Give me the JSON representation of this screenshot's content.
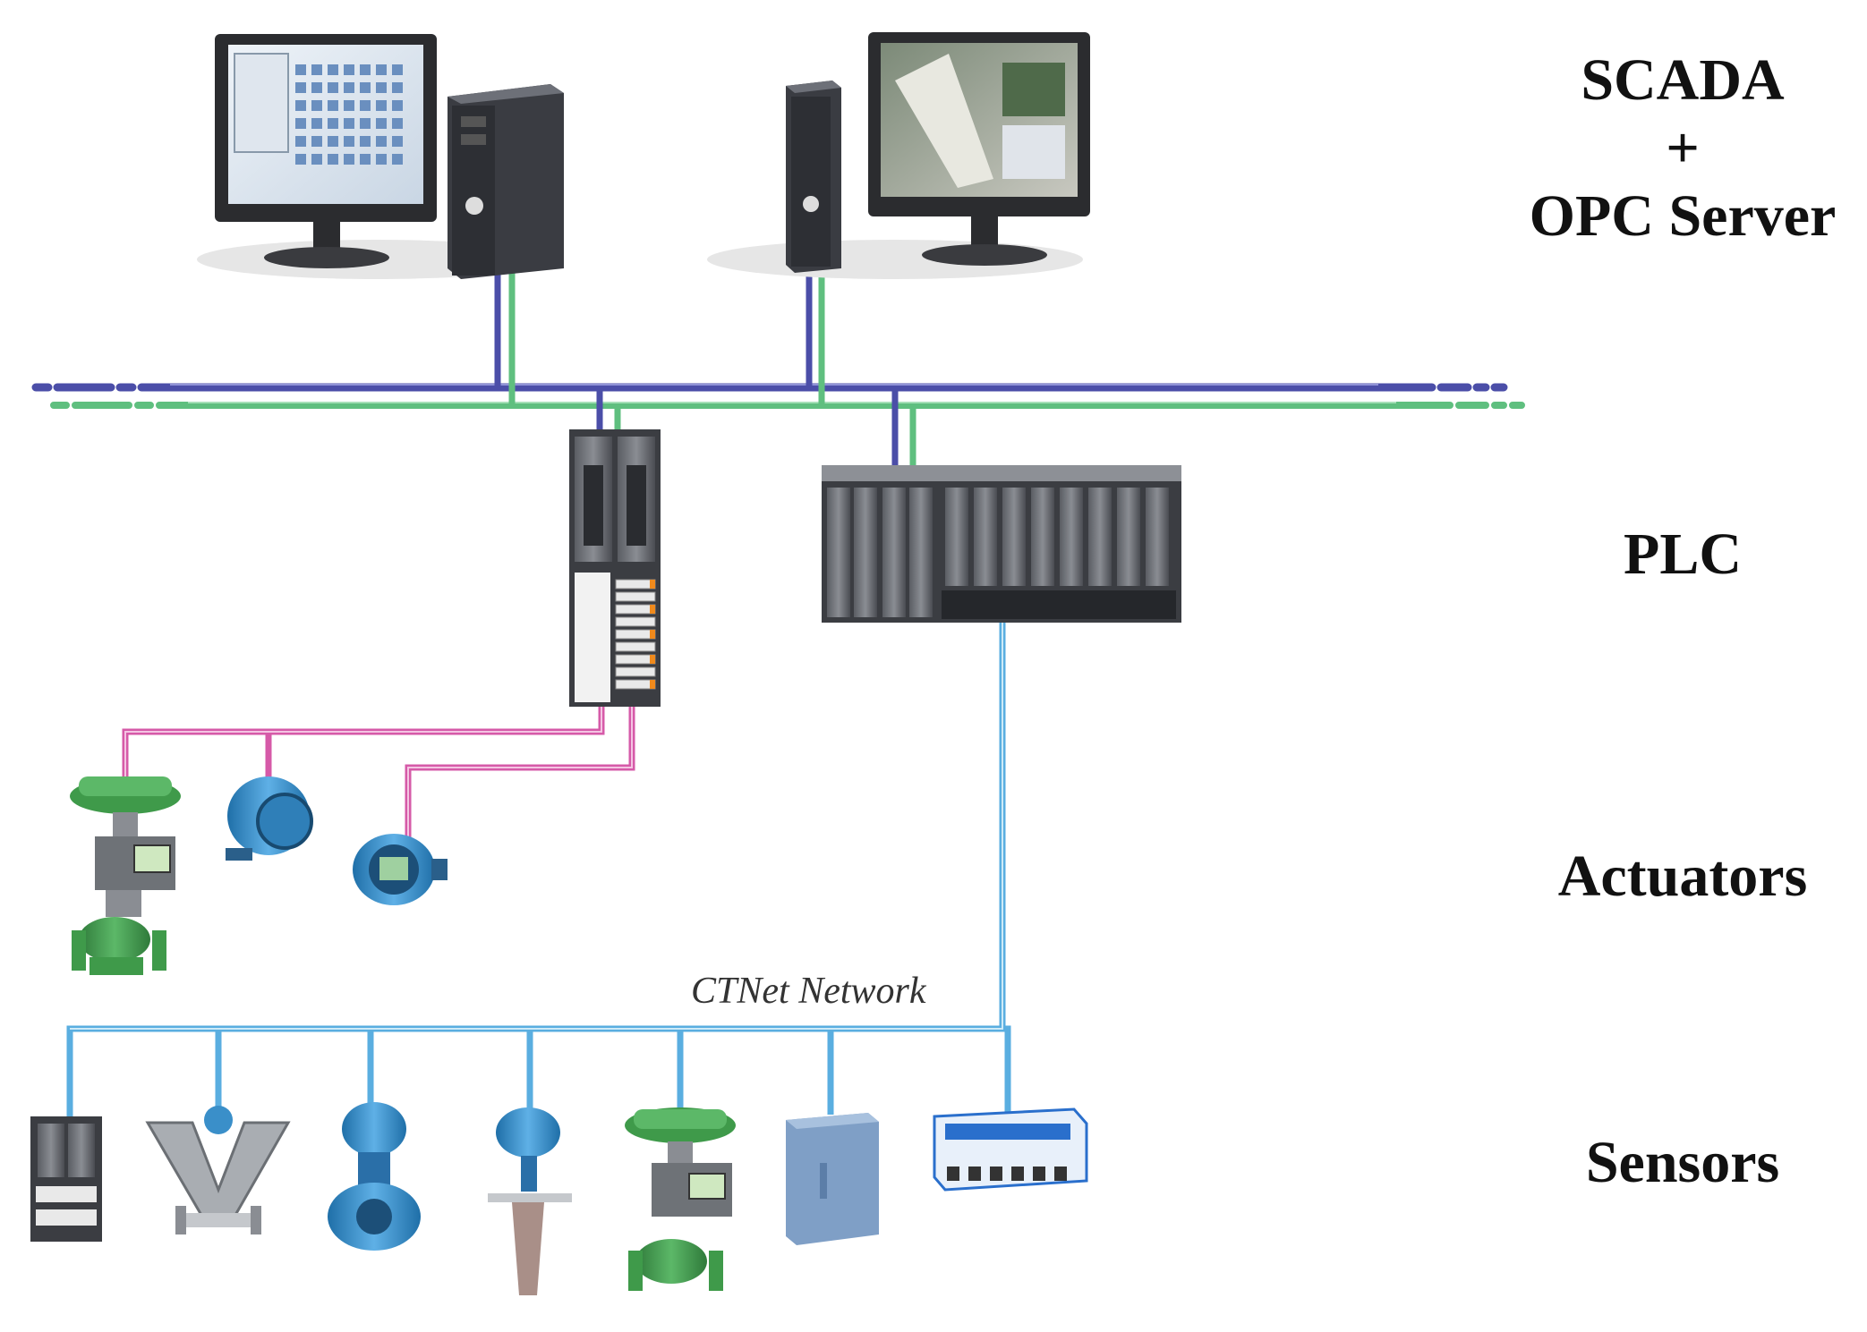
{
  "levels": {
    "scada_line1": "SCADA",
    "scada_plus": "+",
    "scada_line2": "OPC Server",
    "plc": "PLC",
    "actuators": "Actuators",
    "sensors": "Sensors"
  },
  "network": {
    "label": "CTNet Network"
  },
  "colors": {
    "ethernet_blue": "#4b4ea8",
    "ethernet_green": "#5fbf7f",
    "fieldbus_pink": "#d65aa8",
    "ctnet_blue": "#5aaee0",
    "device_green": "#3f9a4a",
    "device_blue": "#3a8fc9",
    "plc_dark": "#3b3d42"
  },
  "icons": [
    "workstation-monitor-icon",
    "pc-tower-icon",
    "plc-rack-icon",
    "control-valve-icon",
    "transmitter-icon",
    "flowmeter-icon",
    "radar-level-icon",
    "io-module-icon"
  ]
}
